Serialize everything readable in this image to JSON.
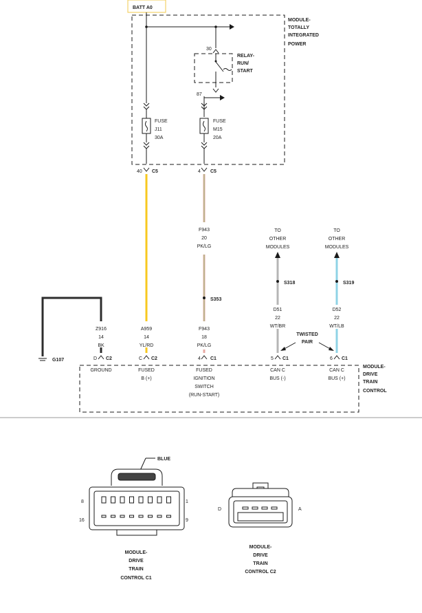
{
  "colors": {
    "yellow": "#f7c81f",
    "pink": "#e8a9a3",
    "pink_stripe": "#8fbf7a",
    "gray": "#b5b5b5",
    "light_blue": "#8fd3e6",
    "black": "#2d2d2d"
  },
  "batt": "BATT A0",
  "tipm": [
    "MODULE-",
    "TOTALLY",
    "INTEGRATED",
    "POWER"
  ],
  "relay": [
    "RELAY-",
    "RUN/",
    "START"
  ],
  "relay_pin_30": "30",
  "relay_pin_87": "87",
  "fuse_j11": [
    "FUSE",
    "J11",
    "30A"
  ],
  "fuse_m15": [
    "FUSE",
    "M15",
    "20A"
  ],
  "conn_40": "40",
  "conn_4_top": "4",
  "c5": "C5",
  "wire_f943_top": [
    "F943",
    "20",
    "PK/LG"
  ],
  "to_other_1": [
    "TO",
    "OTHER",
    "MODULES"
  ],
  "to_other_2": [
    "TO",
    "OTHER",
    "MODULES"
  ],
  "s318": "S318",
  "s319": "S319",
  "s353": "S353",
  "wire_d51": [
    "D51",
    "22",
    "WT/BR"
  ],
  "wire_d52": [
    "D52",
    "22",
    "WT/LB"
  ],
  "twisted_pair": [
    "TWISTED",
    "PAIR"
  ],
  "wire_z916": [
    "Z916",
    "14",
    "BK"
  ],
  "wire_a959": [
    "A959",
    "14",
    "YL/RD"
  ],
  "wire_f943_bot": [
    "F943",
    "18",
    "PK/LG"
  ],
  "g107": "G107",
  "pins": [
    {
      "pin": "D",
      "conn": "C2"
    },
    {
      "pin": "C",
      "conn": "C2"
    },
    {
      "pin": "4",
      "conn": "C1"
    },
    {
      "pin": "5",
      "conn": "C1"
    },
    {
      "pin": "6",
      "conn": "C1"
    }
  ],
  "functions": {
    "ground": [
      "GROUND"
    ],
    "fused_b": [
      "FUSED",
      "B (+)"
    ],
    "fused_ign": [
      "FUSED",
      "IGNITION",
      "SWITCH",
      "(RUN-START)"
    ],
    "can_minus": [
      "CAN C",
      "BUS (-)"
    ],
    "can_plus": [
      "CAN C",
      "BUS (+)"
    ]
  },
  "dtc_module": [
    "MODULE-",
    "DRIVE",
    "TRAIN",
    "CONTROL"
  ],
  "blue_label": "BLUE",
  "c1_pins": {
    "tl": "8",
    "tr": "1",
    "bl": "16",
    "br": "9"
  },
  "c2_pins": {
    "left": "D",
    "right": "A"
  },
  "c1_caption": [
    "MODULE-",
    "DRIVE",
    "TRAIN",
    "CONTROL C1"
  ],
  "c2_caption": [
    "MODULE-",
    "DRIVE",
    "TRAIN",
    "CONTROL C2"
  ]
}
